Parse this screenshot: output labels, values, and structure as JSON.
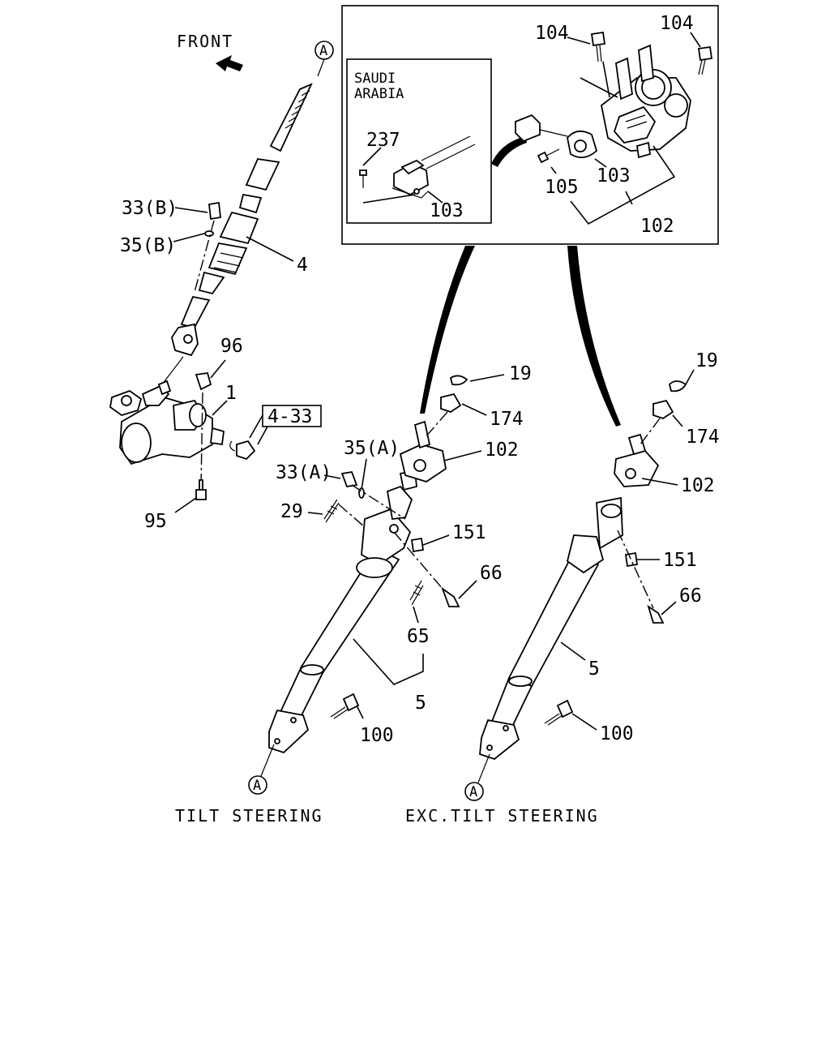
{
  "direction": {
    "label": "FRONT"
  },
  "inset": {
    "region_label": "SAUDI ARABIA",
    "region_line1": "SAUDI",
    "region_line2": "ARABIA"
  },
  "reference_marker": "A",
  "ref_box": "4-33",
  "captions": {
    "tilt": "TILT STEERING",
    "exc_tilt": "EXC.TILT STEERING"
  },
  "callouts": {
    "inset_104_left": "104",
    "inset_104_right": "104",
    "inset_237": "237",
    "inset_103_sub": "103",
    "inset_103_main": "103",
    "inset_105": "105",
    "inset_102": "102",
    "c_33b": "33(B)",
    "c_35b": "35(B)",
    "c_4": "4",
    "c_96": "96",
    "c_1": "1",
    "c_95": "95",
    "t_19": "19",
    "t_174": "174",
    "t_35a": "35(A)",
    "t_102": "102",
    "t_33a": "33(A)",
    "t_29": "29",
    "t_151": "151",
    "t_66": "66",
    "t_65": "65",
    "t_5": "5",
    "t_100": "100",
    "e_19": "19",
    "e_174": "174",
    "e_102": "102",
    "e_151": "151",
    "e_66": "66",
    "e_5": "5",
    "e_100": "100"
  }
}
